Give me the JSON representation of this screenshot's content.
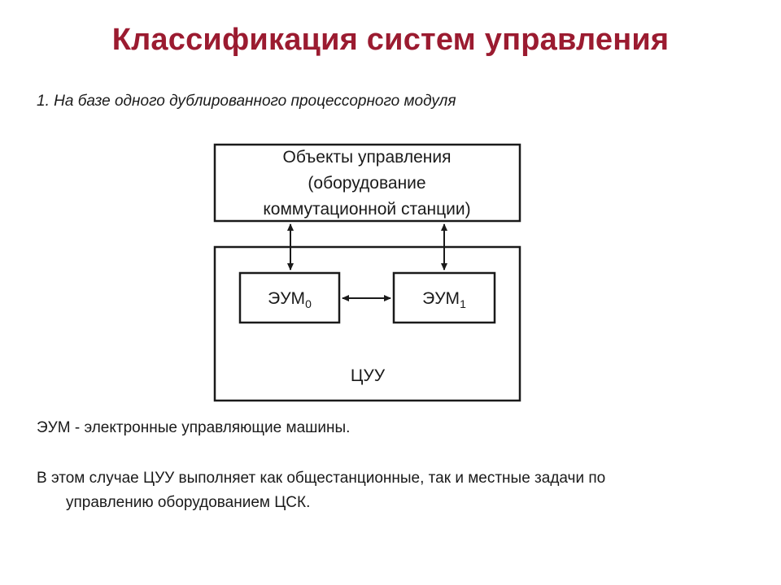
{
  "slide": {
    "title": "Классификация систем управления",
    "subtitle": "1. На базе одного дублированного процессорного модуля"
  },
  "diagram": {
    "objects_box": {
      "line1": "Объекты управления",
      "line2": "(оборудование",
      "line3": "коммутационной станции)"
    },
    "evm0": {
      "base": "ЭУМ",
      "subscript": "0"
    },
    "evm1": {
      "base": "ЭУМ",
      "subscript": "1"
    },
    "cuu_label": "ЦУУ"
  },
  "definition": "ЭУМ  - электронные управляющие машины.",
  "note": {
    "line1": "В этом случае ЦУУ выполняет как общестанционные, так и местные задачи по",
    "line2": "управлению оборудованием ЦСК."
  },
  "colors": {
    "title": "#9b1b30",
    "text": "#1a1a1a",
    "lines": "#1a1a1a"
  }
}
